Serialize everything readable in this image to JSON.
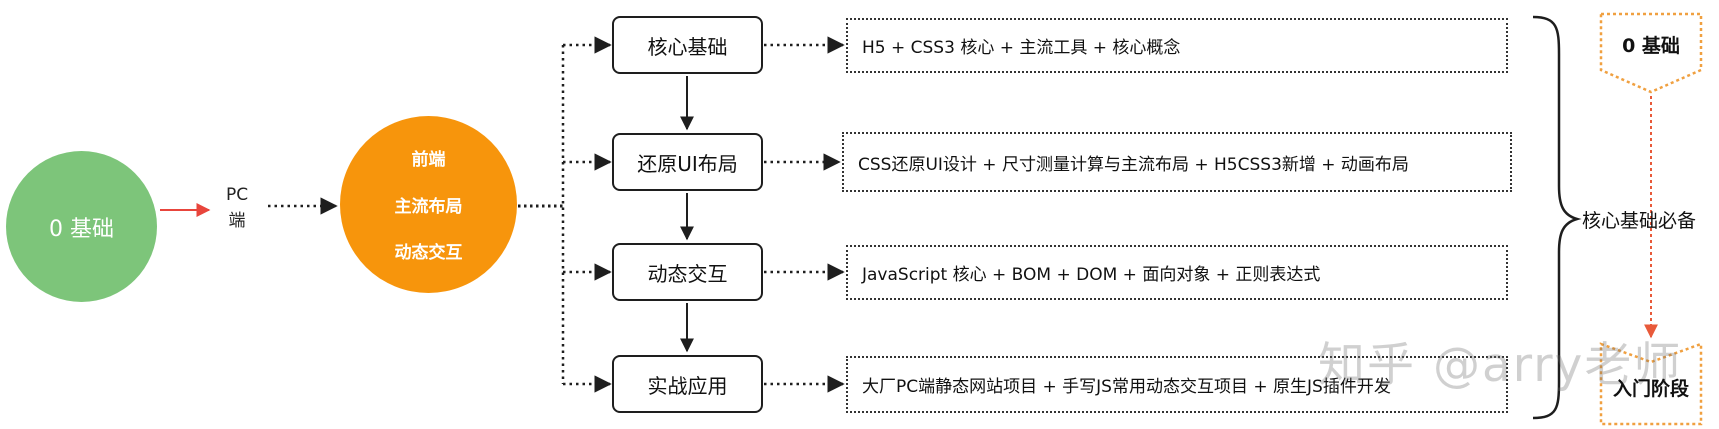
{
  "start_node": {
    "label": "0 基础"
  },
  "branch_label": {
    "line1": "PC",
    "line2": "端"
  },
  "hub_node": {
    "line1": "前端",
    "line2": "主流布局",
    "line3": "动态交互"
  },
  "stages": [
    {
      "label": "核心基础",
      "detail": "H5 + CSS3 核心 + 主流工具 + 核心概念"
    },
    {
      "label": "还原UI布局",
      "detail": "CSS还原UI设计 + 尺寸测量计算与主流布局 + H5CSS3新增 + 动画布局"
    },
    {
      "label": "动态交互",
      "detail": "JavaScript 核心 + BOM + DOM + 面向对象 + 正则表达式"
    },
    {
      "label": "实战应用",
      "detail": "大厂PC端静态网站项目 + 手写JS常用动态交互项目 + 原生JS插件开发"
    }
  ],
  "group_label": "核心基础必备",
  "level_from": "0 基础",
  "level_to": "入门阶段",
  "watermark": "知乎 @arry老师",
  "colors": {
    "green": "#7dc57a",
    "orange": "#f7950c",
    "arrow_red": "#e8453c",
    "dotted_orange": "#f0a040",
    "line": "#1e1e1e"
  }
}
